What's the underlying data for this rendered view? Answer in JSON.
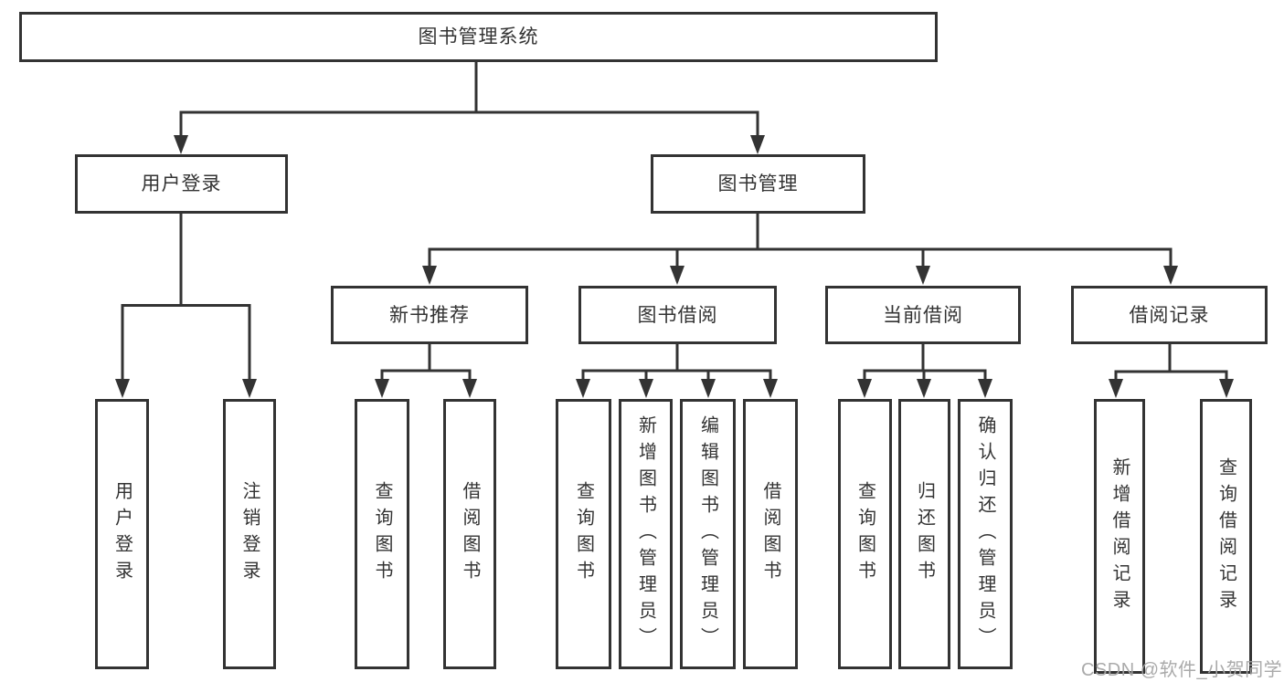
{
  "root": {
    "label": "图书管理系统"
  },
  "branches": {
    "user_login": {
      "label": "用户登录",
      "children": {
        "login": {
          "label": "用户登录"
        },
        "logout": {
          "label": "注销登录"
        }
      }
    },
    "book_mgmt": {
      "label": "图书管理",
      "sections": {
        "new_book": {
          "label": "新书推荐",
          "children": {
            "query": {
              "label": "查询图书"
            },
            "borrow": {
              "label": "借阅图书"
            }
          }
        },
        "book_borrow": {
          "label": "图书借阅",
          "children": {
            "query": {
              "label": "查询图书"
            },
            "add": {
              "label": "新增图书（管理员）"
            },
            "edit": {
              "label": "编辑图书（管理员）"
            },
            "borrow": {
              "label": "借阅图书"
            }
          }
        },
        "current_borrow": {
          "label": "当前借阅",
          "children": {
            "query": {
              "label": "查询图书"
            },
            "return": {
              "label": "归还图书"
            },
            "confirm": {
              "label": "确认归还（管理员）"
            }
          }
        },
        "borrow_record": {
          "label": "借阅记录",
          "children": {
            "add": {
              "label": "新增借阅记录"
            },
            "query": {
              "label": "查询借阅记录"
            }
          }
        }
      }
    }
  },
  "watermark": {
    "text": "CSDN @软件_小贺同学"
  },
  "colors": {
    "line": "#333333",
    "text": "#333333",
    "watermark": "#a5a5a5"
  }
}
